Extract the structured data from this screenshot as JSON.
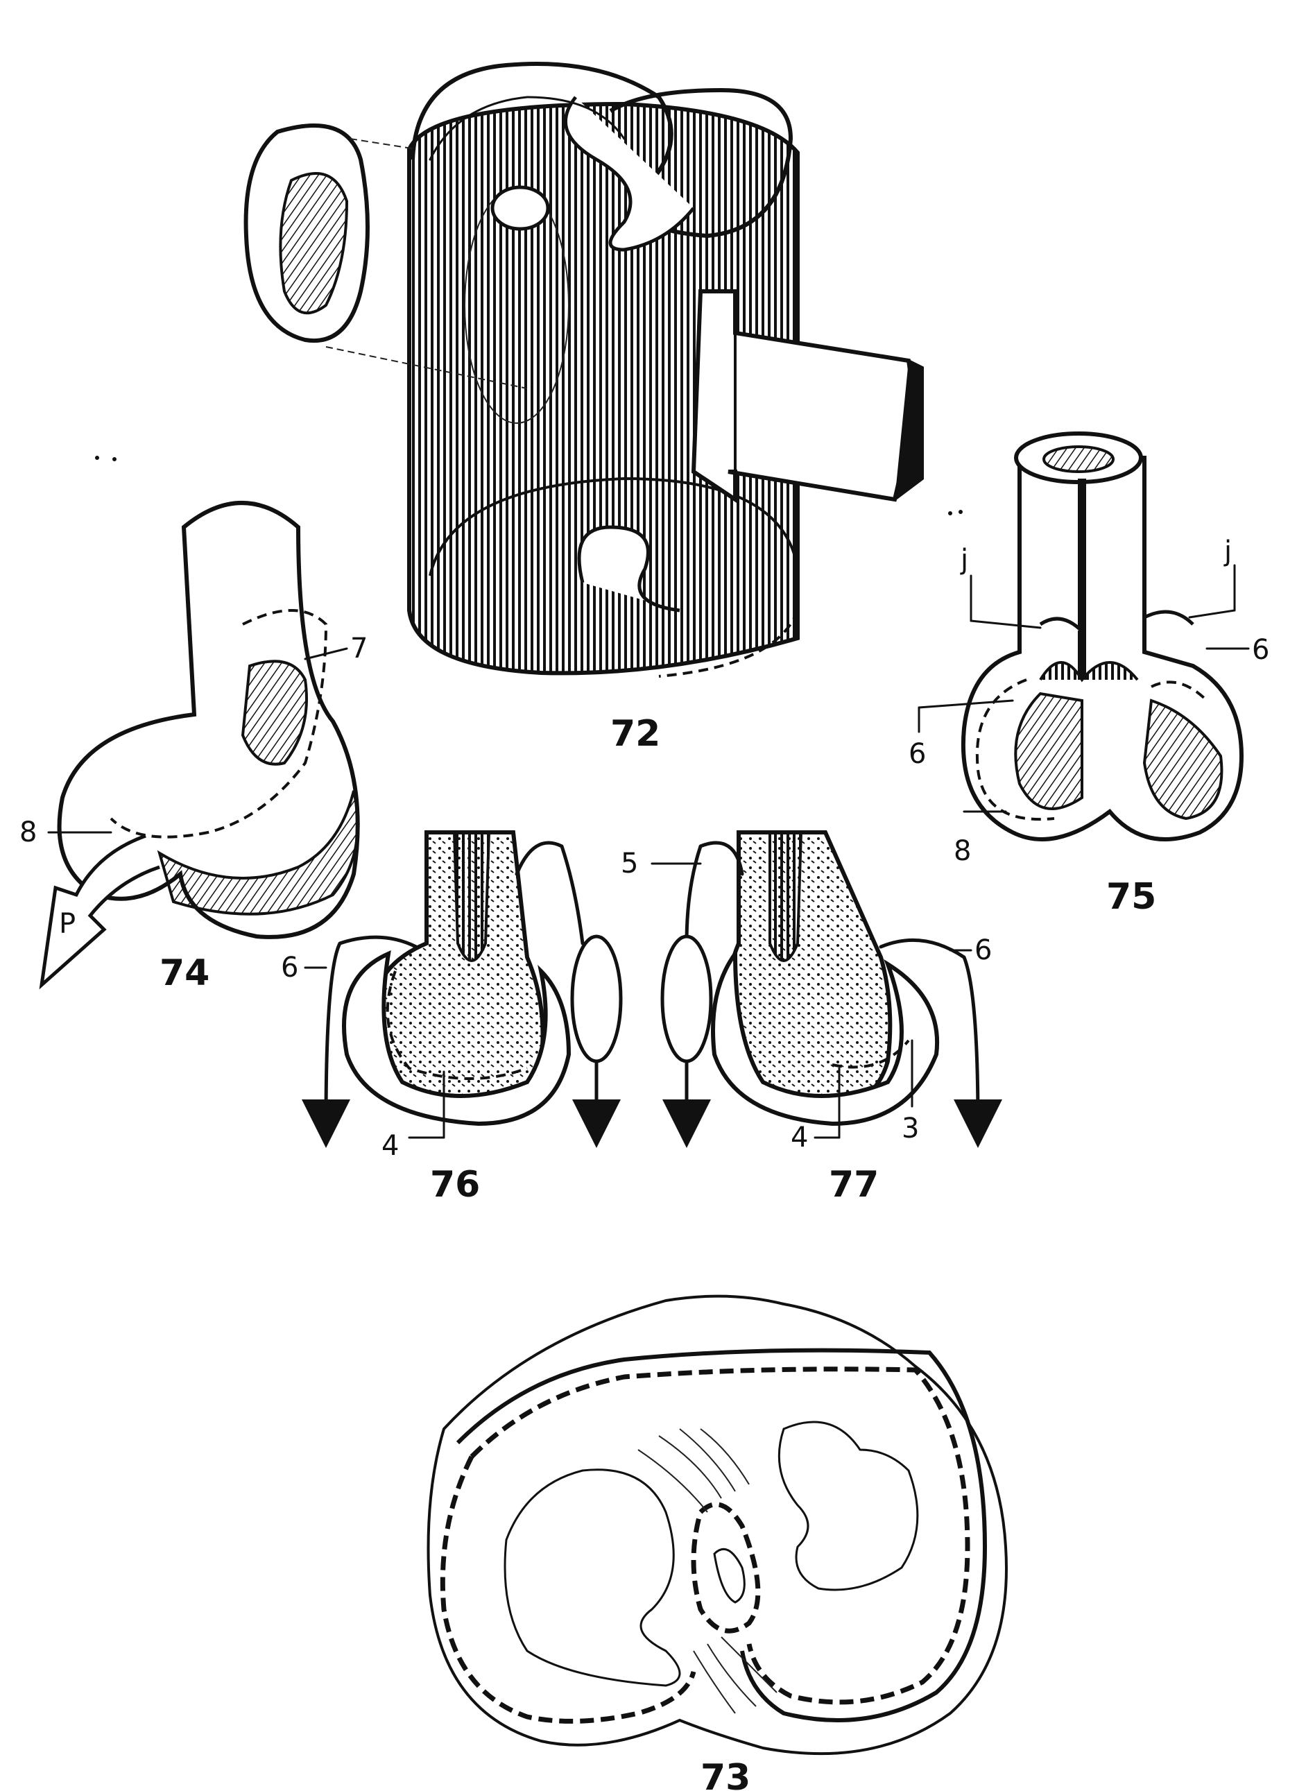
{
  "figures": {
    "fig72": {
      "number": "72"
    },
    "fig73": {
      "number": "73"
    },
    "fig74": {
      "number": "74",
      "labels": [
        "7",
        "8",
        "P"
      ]
    },
    "fig75": {
      "number": "75",
      "labels": [
        "j",
        "j",
        "6",
        "6",
        "8"
      ]
    },
    "fig76": {
      "number": "76",
      "labels": [
        "6",
        "4"
      ]
    },
    "fig77": {
      "number": "77",
      "labels": [
        "5",
        "6",
        "4",
        "3"
      ]
    }
  },
  "colors": {
    "ink": "#111111",
    "paper": "#ffffff"
  }
}
